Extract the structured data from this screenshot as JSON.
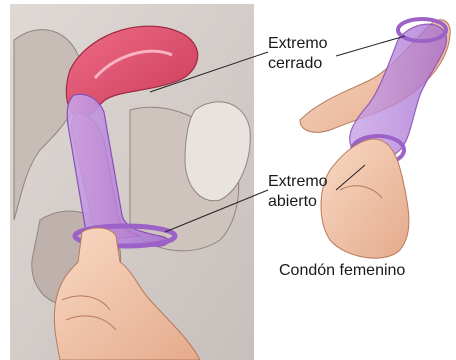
{
  "labels": {
    "closed_end": [
      "Extremo",
      "cerrado"
    ],
    "open_end": [
      "Extremo",
      "abierto"
    ],
    "caption": "Condón femenino"
  },
  "colors": {
    "uterus": "#e0556f",
    "tissue": "#d8c9c2",
    "condom": "#b98ad8",
    "skin": "#f2c7ad",
    "background_panel": "#d9d9d9"
  },
  "icons": {
    "anatomy": "sagittal-section-illustration",
    "hands": "hands-holding-condom-illustration"
  }
}
